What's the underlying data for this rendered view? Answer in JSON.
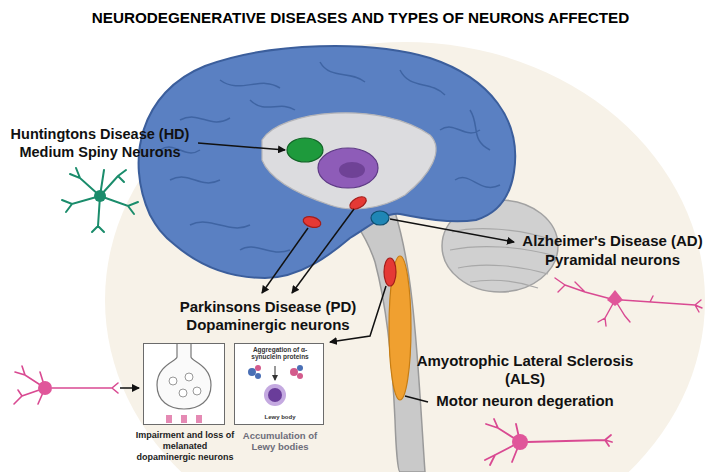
{
  "diagram": {
    "title": "NEURODEGENERATIVE DISEASES AND TYPES OF NEURONS AFFECTED",
    "nodes": [
      {
        "text": [
          "Impairment and loss of melanated dopaminergic neurons"
        ]
      },
      {
        "text": [
          "Aggregation of α-synuclein proteins",
          "Lewy body",
          "Accumulation of Lewy bodies"
        ]
      }
    ],
    "labels": [
      "Huntingtons Disease (HD)",
      "Medium Spiny Neurons",
      "Alzheimer's Disease (AD)",
      "Pyramidal neurons",
      "Parkinsons Disease (PD)",
      "Dopaminergic neurons",
      "Amyotrophic Lateral Sclerosis (ALS)",
      "Motor neuron degeration"
    ]
  }
}
